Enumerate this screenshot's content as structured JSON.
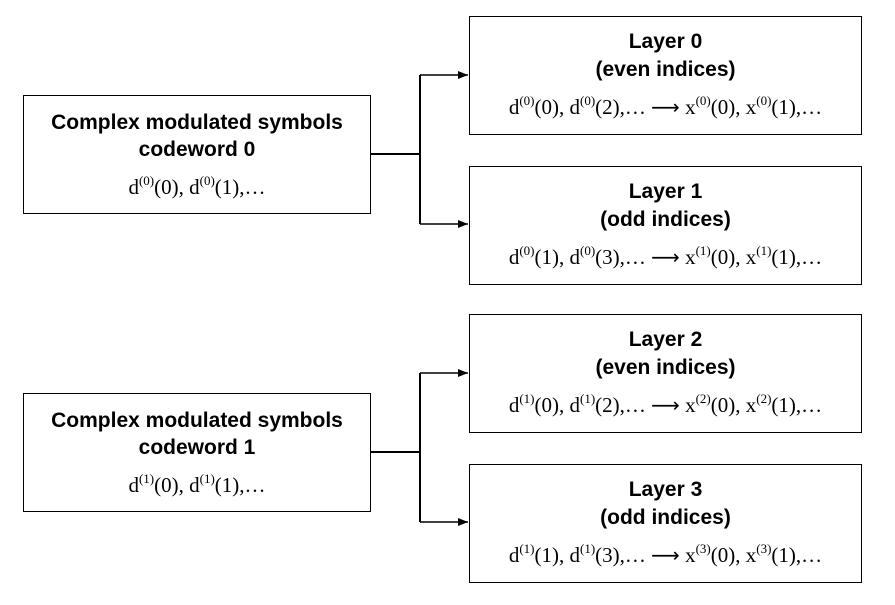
{
  "codewords": [
    {
      "title": "Complex modulated symbols",
      "subtitle": "codeword 0",
      "sym_base": "d",
      "sym_super": "(0)",
      "symbols": [
        {
          "sup": "(0)",
          "arg": "(0)"
        },
        {
          "sup": "(0)",
          "arg": "(1)"
        }
      ],
      "trail": ",…"
    },
    {
      "title": "Complex modulated symbols",
      "subtitle": "codeword 1",
      "sym_base": "d",
      "symbols": [
        {
          "sup": "(1)",
          "arg": "(0)"
        },
        {
          "sup": "(1)",
          "arg": "(1)"
        }
      ],
      "trail": ",…"
    }
  ],
  "layers": [
    {
      "title": "Layer 0",
      "subtitle": "(even indices)",
      "in_sup": "(0)",
      "in_args": [
        "(0)",
        "(2)"
      ],
      "out_sup": "(0)",
      "out_args": [
        "(0)",
        "(1)"
      ]
    },
    {
      "title": "Layer 1",
      "subtitle": "(odd indices)",
      "in_sup": "(0)",
      "in_args": [
        "(1)",
        "(3)"
      ],
      "out_sup": "(1)",
      "out_args": [
        "(0)",
        "(1)"
      ]
    },
    {
      "title": "Layer 2",
      "subtitle": "(even indices)",
      "in_sup": "(1)",
      "in_args": [
        "(0)",
        "(2)"
      ],
      "out_sup": "(2)",
      "out_args": [
        "(0)",
        "(1)"
      ]
    },
    {
      "title": "Layer 3",
      "subtitle": "(odd indices)",
      "in_sup": "(1)",
      "in_args": [
        "(1)",
        "(3)"
      ],
      "out_sup": "(3)",
      "out_args": [
        "(0)",
        "(1)"
      ]
    }
  ],
  "notation": {
    "in_base": "d",
    "out_base": "x",
    "separator": ", ",
    "ellipsis": ",…",
    "arrow": "⟶"
  }
}
